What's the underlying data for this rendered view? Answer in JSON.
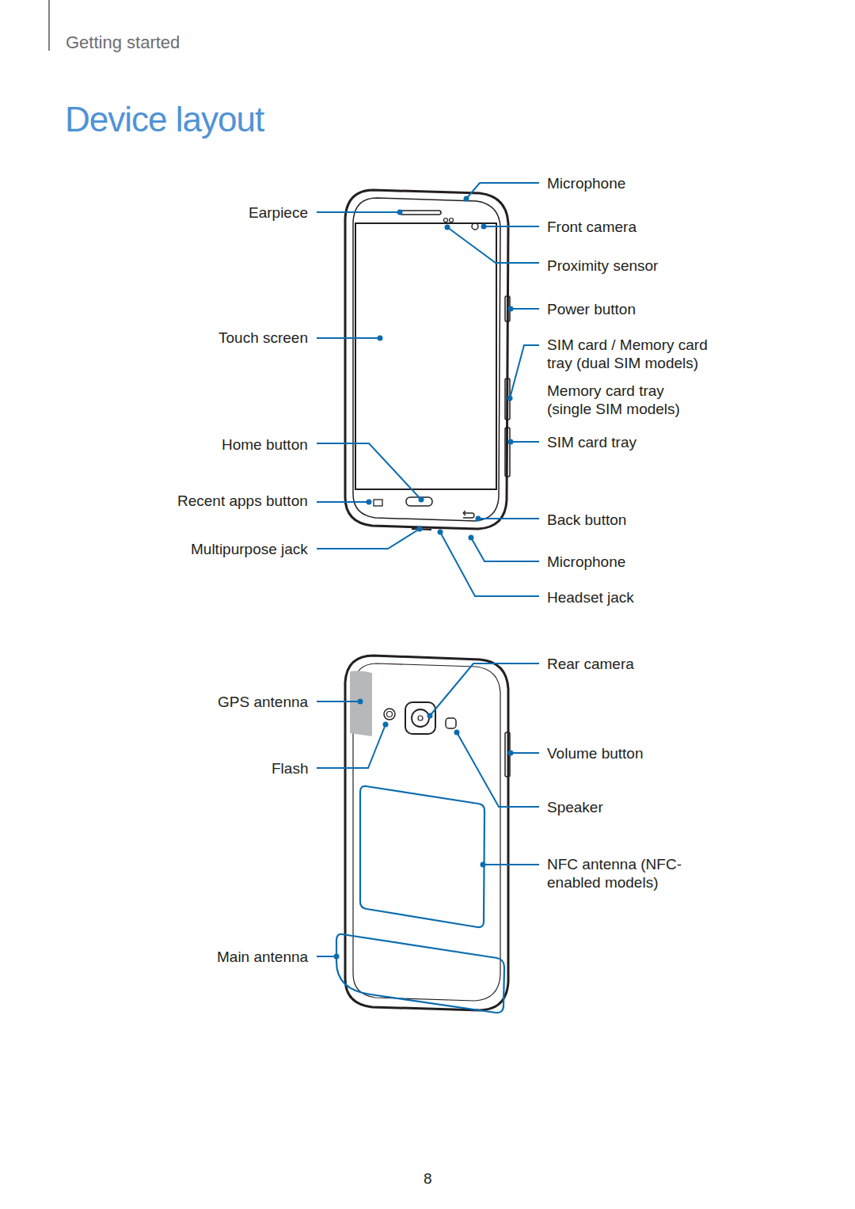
{
  "diagram": {
    "title": "Device layout",
    "labels": [
      "Getting started",
      "Microphone",
      "Earpiece",
      "Front camera",
      "Proximity sensor",
      "Power button",
      "Touch screen",
      "SIM card / Memory card tray (dual SIM models)",
      "Memory card tray (single SIM models)",
      "Home button",
      "SIM card tray",
      "Recent apps button",
      "Back button",
      "Multipurpose jack",
      "Microphone",
      "Headset jack",
      "Rear camera",
      "GPS antenna",
      "Volume button",
      "Flash",
      "Speaker",
      "NFC antenna (NFC-enabled models)",
      "Main antenna",
      "8"
    ]
  }
}
